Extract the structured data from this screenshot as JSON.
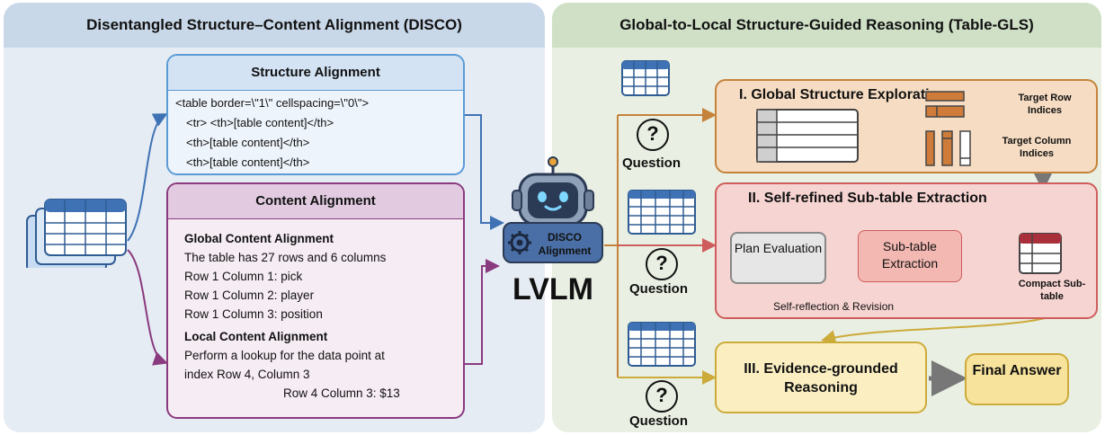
{
  "left_panel": {
    "title": "Disentangled Structure–Content Alignment (DISCO)",
    "structure": {
      "title": "Structure Alignment",
      "lines": [
        "<table border=\\\"1\\\" cellspacing=\\\"0\\\">",
        "  <tr> <th>[table content]</th>",
        "  <th>[table content]</th>",
        "  <th>[table content]</th>"
      ]
    },
    "content": {
      "title": "Content Alignment",
      "global_title": "Global Content Alignment",
      "global_lines": [
        "The table has 27 rows and 6 columns",
        "Row 1 Column 1: pick",
        "Row 1 Column 2: player",
        "Row 1 Column 3: position"
      ],
      "local_title": "Local Content Alignment",
      "local_lines": [
        "Perform a lookup for the data point at",
        "index Row 4, Column 3"
      ],
      "local_result": "Row 4 Column 3: $13"
    }
  },
  "center": {
    "badge_line1": "DISCO",
    "badge_line2": "Alignment",
    "model": "LVLM"
  },
  "right_panel": {
    "title": "Global-to-Local Structure-Guided Reasoning (Table-GLS)",
    "question_label": "Question",
    "stage1": {
      "title": "I. Global Structure Exploration",
      "row_label": "Target Row Indices",
      "col_label": "Target Column Indices"
    },
    "stage2": {
      "title": "II. Self-refined Sub-table Extraction",
      "plan": "Plan Evaluation",
      "subtable": "Sub-table Extraction",
      "loop_label": "Self-reflection & Revision",
      "output_label": "Compact Sub-table"
    },
    "stage3": {
      "title": "III. Evidence-grounded Reasoning",
      "final": "Final Answer"
    }
  },
  "colors": {
    "blue": "#3f72b4",
    "purple": "#8a3a7e",
    "orange": "#c5823a",
    "red": "#cf5d5d",
    "yellow": "#cdab3a"
  }
}
